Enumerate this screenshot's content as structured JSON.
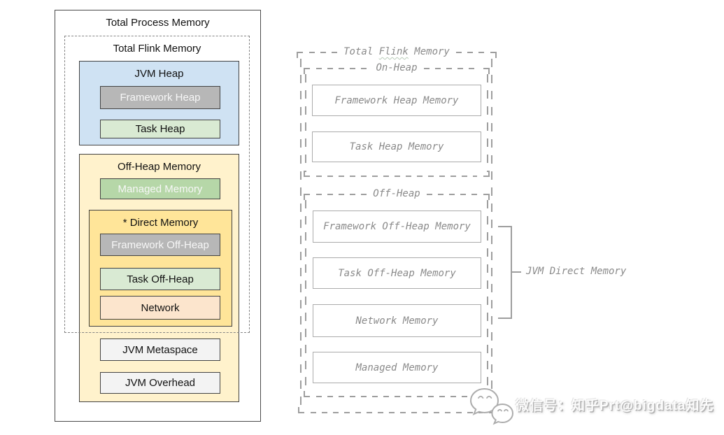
{
  "left_diagram": {
    "title": "Total Process Memory",
    "flink_box_title": "Total Flink Memory",
    "jvm_heap": {
      "title": "JVM Heap",
      "framework_heap": "Framework Heap",
      "task_heap": "Task Heap"
    },
    "off_heap": {
      "title": "Off-Heap Memory",
      "managed_memory": "Managed Memory",
      "direct_memory": {
        "title": "* Direct Memory",
        "framework_off_heap": "Framework Off-Heap",
        "task_off_heap": "Task Off-Heap",
        "network": "Network"
      },
      "jvm_metaspace": "JVM Metaspace",
      "jvm_overhead": "JVM Overhead"
    }
  },
  "right_diagram": {
    "title_parts": [
      "Total ",
      "Flink",
      " Memory"
    ],
    "on_heap": {
      "title": "On-Heap",
      "framework_heap_memory": "Framework Heap Memory",
      "task_heap_memory": "Task Heap Memory"
    },
    "off_heap": {
      "title": "Off-Heap",
      "framework_off_heap_memory": "Framework Off-Heap Memory",
      "task_off_heap_memory": "Task Off-Heap Memory",
      "network_memory": "Network Memory",
      "managed_memory": "Managed Memory"
    },
    "bracket_label": "JVM Direct Memory"
  },
  "watermark": {
    "icon": "wechat-icon",
    "text": "微信号：知乎Prt@bigdata知先"
  },
  "colors": {
    "jvm_heap_fill": "#cfe2f3",
    "framework_fill": "#b7b7b7",
    "task_fill": "#d9ead3",
    "off_heap_fill": "#fff2cc",
    "direct_fill": "#ffe599",
    "managed_fill": "#b6d7a8",
    "network_fill": "#fce5cd",
    "metaspace_fill": "#f3f3f3",
    "box_border": "#434343",
    "right_line_gray": "#9e9e9e",
    "right_text_gray": "#8a8a8a",
    "wavy_underline": "#b8ccb8"
  }
}
